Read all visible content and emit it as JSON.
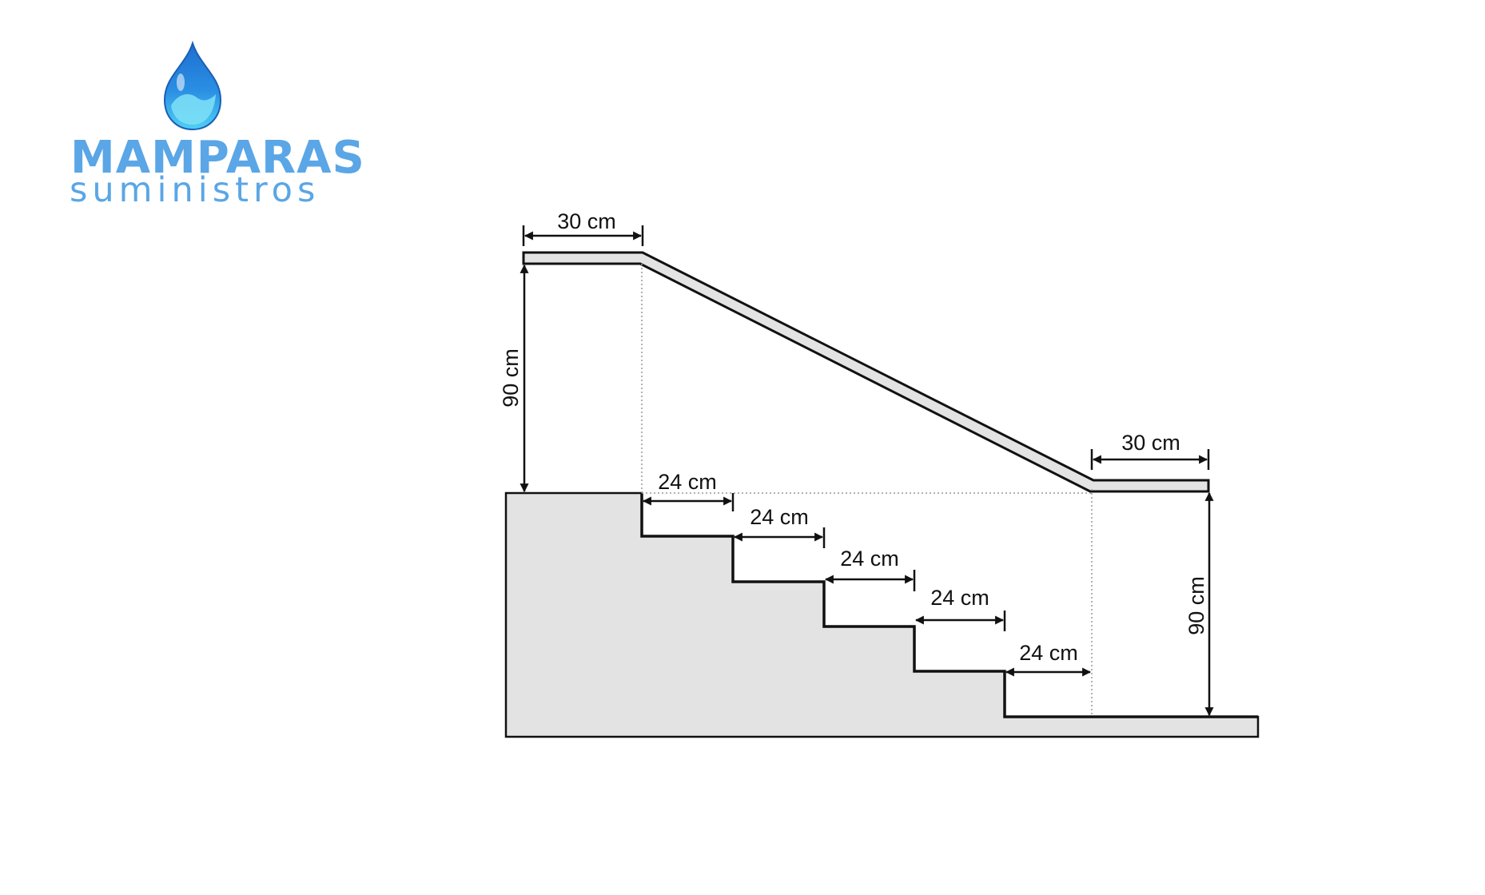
{
  "brand": {
    "name_line1": "MAMPARAS",
    "name_line2": "suministros",
    "color": "#5aa6e6",
    "logo_icon": "water-drop-icon"
  },
  "diagram": {
    "colors": {
      "stair_fill": "#e3e3e3",
      "line": "#111111",
      "handrail_fill": "#e3e3e3"
    },
    "labels": {
      "top_extension": "30 cm",
      "bottom_extension": "30 cm",
      "left_height": "90 cm",
      "right_height": "90 cm",
      "treads": [
        "24 cm",
        "24 cm",
        "24 cm",
        "24 cm",
        "24 cm"
      ]
    }
  }
}
